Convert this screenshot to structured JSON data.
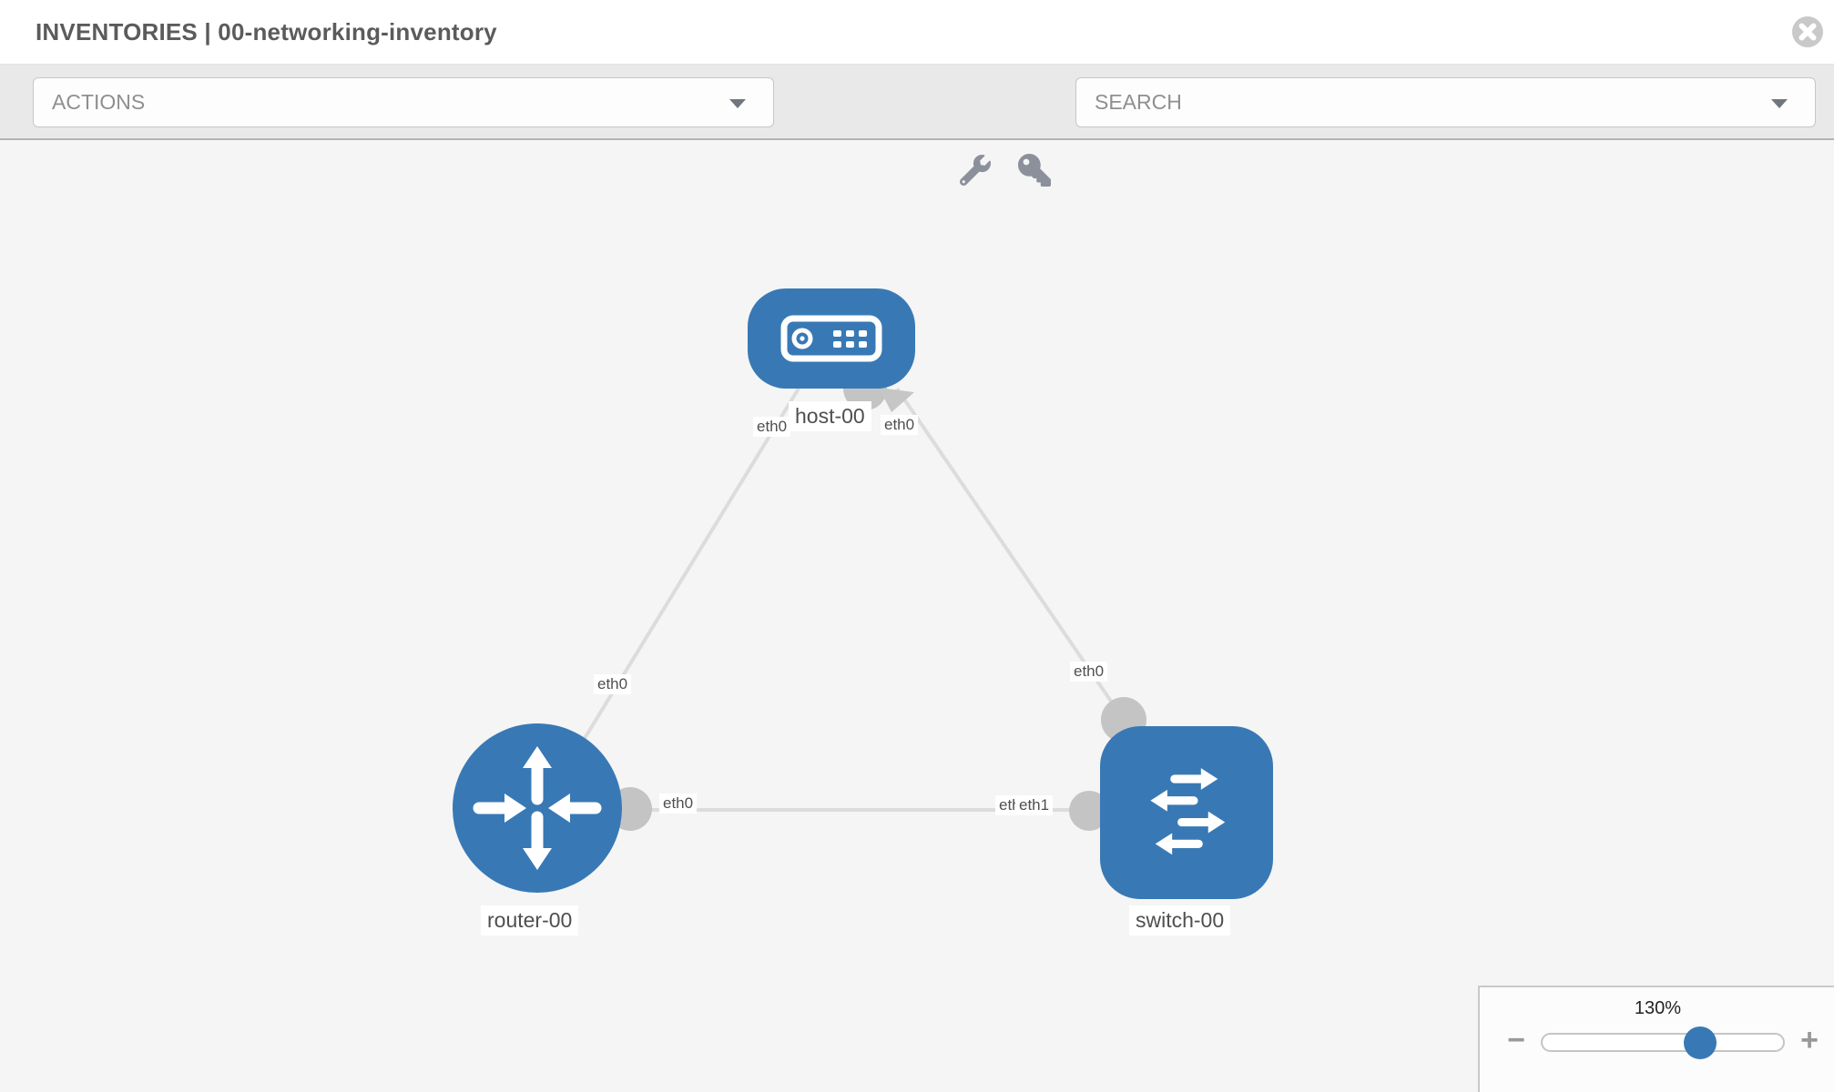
{
  "header": {
    "title": "INVENTORIES | 00-networking-inventory"
  },
  "toolbar": {
    "actions_label": "ACTIONS",
    "search_placeholder": "SEARCH"
  },
  "topology": {
    "nodes": [
      {
        "id": "host-00",
        "type": "host",
        "label": "host-00"
      },
      {
        "id": "router-00",
        "type": "router",
        "label": "router-00"
      },
      {
        "id": "switch-00",
        "type": "switch",
        "label": "switch-00"
      }
    ],
    "links": [
      {
        "from": "host-00",
        "to": "router-00",
        "from_interface": "eth0",
        "to_interface": "eth0"
      },
      {
        "from": "host-00",
        "to": "switch-00",
        "from_interface": "eth0",
        "to_interface": "eth0"
      },
      {
        "from": "router-00",
        "to": "switch-00",
        "from_interface": "eth0",
        "to_interface": "eth1"
      }
    ]
  },
  "zoom_control": {
    "value": "130%",
    "zoom_out_label": "−",
    "zoom_in_label": "+",
    "slider_percent": 65
  },
  "colors": {
    "node_blue": "#3879b5",
    "canvas_bg": "#f5f5f5",
    "toolbar_bg": "#e9e9e9",
    "link_gray": "#dcdcdc",
    "port_gray": "#c4c4c4"
  }
}
